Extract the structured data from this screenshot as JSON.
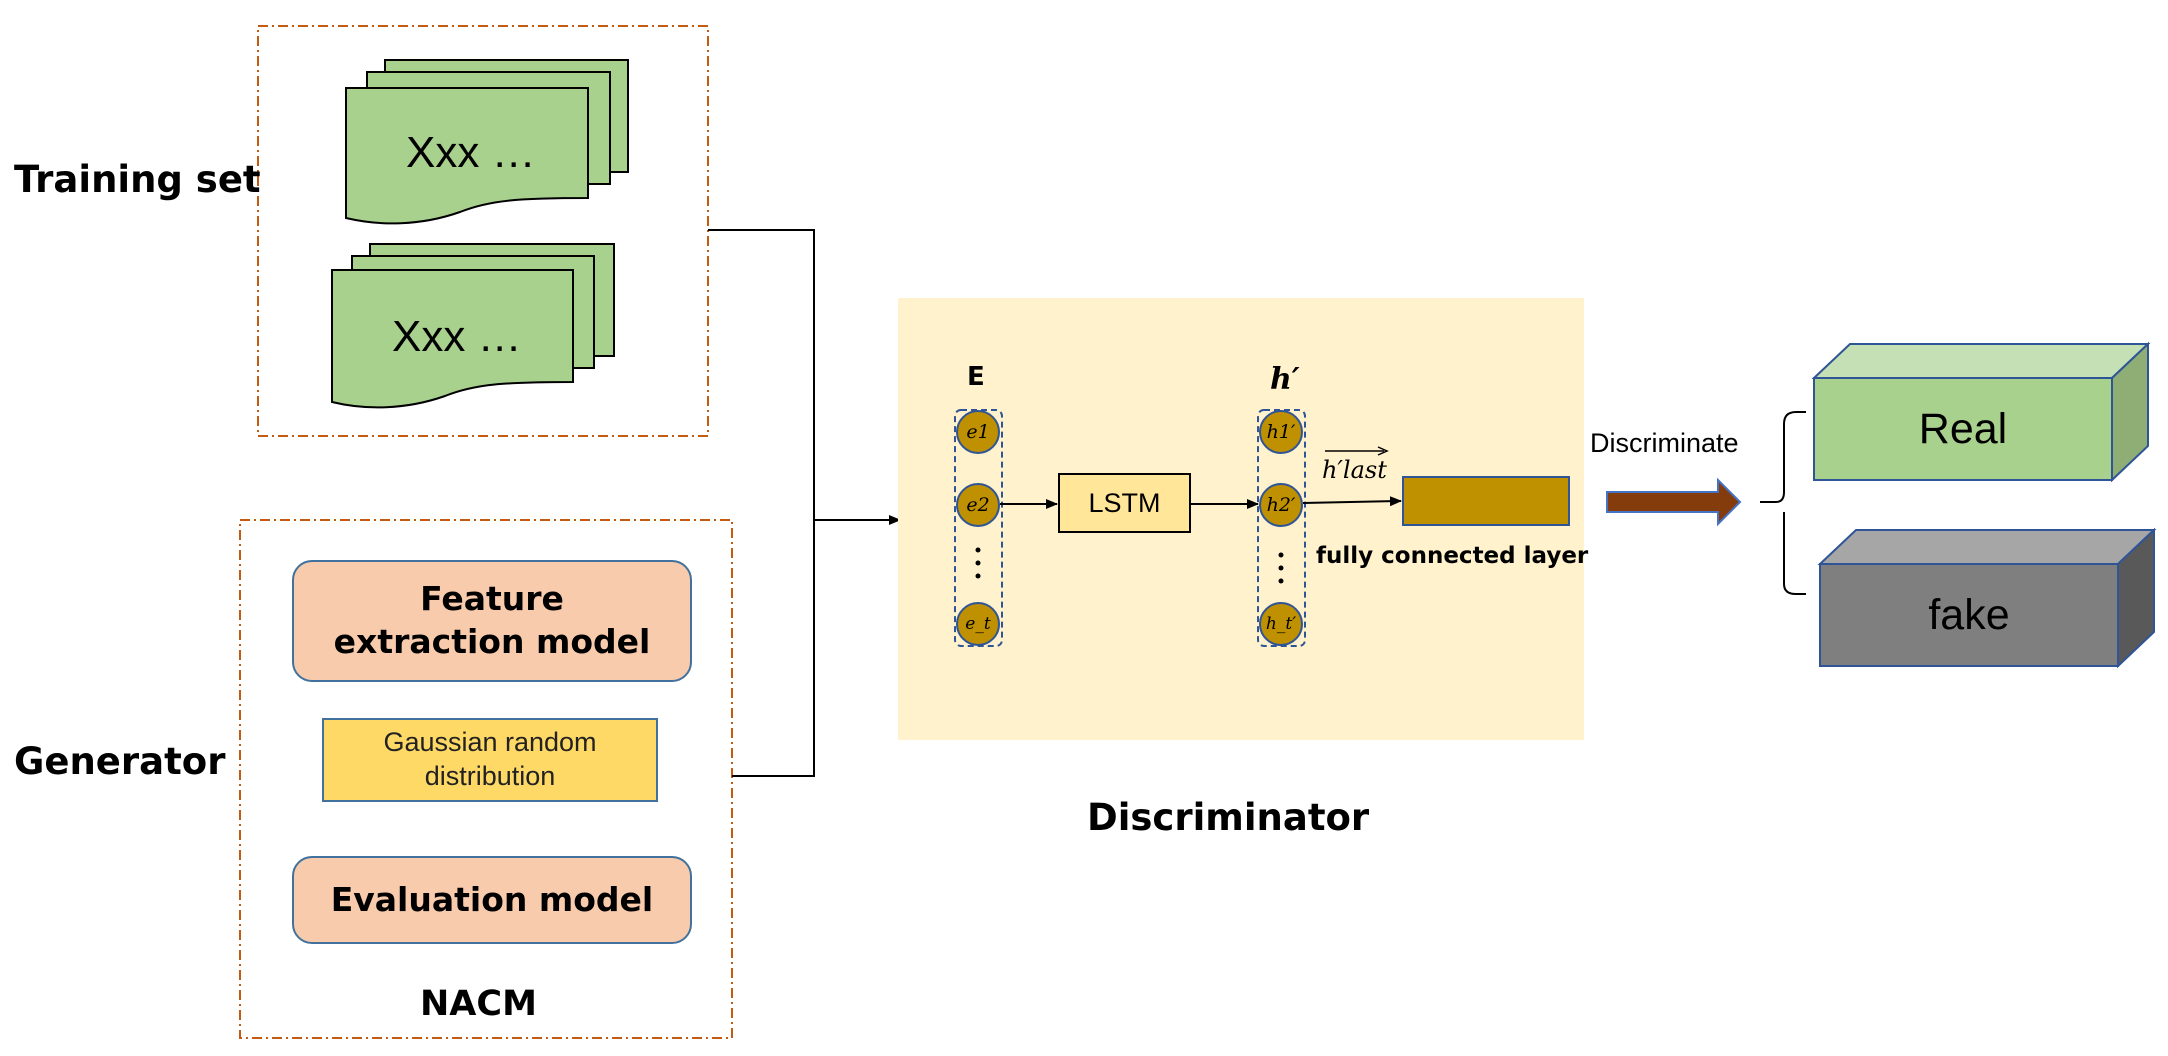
{
  "training_set": {
    "label": "Training set",
    "doc_text_top": "Xxx …",
    "doc_text_bottom": "Xxx …"
  },
  "generator": {
    "label": "Generator",
    "group_label": "NACM",
    "feature_extraction": "Feature extraction model",
    "gaussian": "Gaussian random distribution",
    "evaluation": "Evaluation model"
  },
  "discriminator": {
    "label": "Discriminator",
    "embedding_label": "E",
    "embedding_items": [
      "e1",
      "e2",
      "e_t"
    ],
    "lstm_label": "LSTM",
    "hidden_label": "h′",
    "hidden_items": [
      "h1′",
      "h2′",
      "h_t′"
    ],
    "last_hidden_label": "h′last",
    "fc_label": "fully connected layer"
  },
  "output": {
    "arrow_label": "Discriminate",
    "real_label": "Real",
    "fake_label": "fake"
  },
  "colors": {
    "doc_fill": "#a9d18e",
    "nacm_border": "#c55a11",
    "model_box": "#f8cbad",
    "gaussian_box": "#ffd966",
    "discriminator_bg": "#fff2cc",
    "node_fill": "#bf9000",
    "lstm_box": "#ffe699",
    "fc_box": "#bf9000",
    "arrow_fill": "#843c0c",
    "real_fill": "#a9d18e",
    "fake_fill": "#7f7f7f",
    "box_border": "#2f5597"
  }
}
